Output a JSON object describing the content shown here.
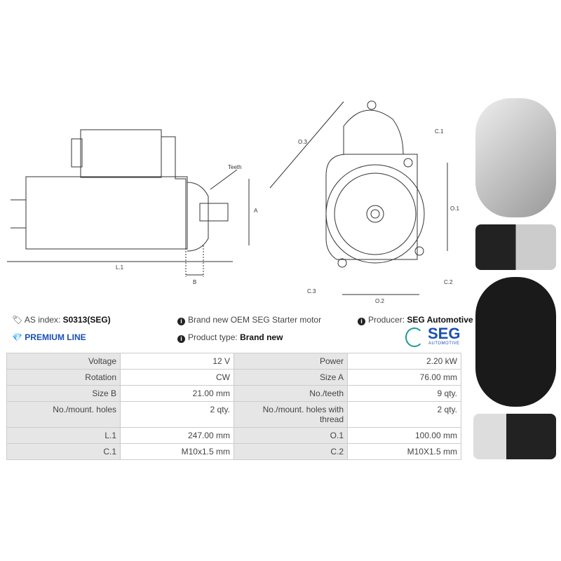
{
  "drawing": {
    "labels": {
      "teeth": "Teeth",
      "a": "A",
      "l1": "L.1",
      "b": "B",
      "o3": "O.3",
      "c1": "C.1",
      "o1": "O.1",
      "c2": "C.2",
      "o2": "O.2",
      "c3": "C.3"
    }
  },
  "info": {
    "as_index_label": "AS index:",
    "as_index_value": "S0313(SEG)",
    "premium": "PREMIUM LINE",
    "description": "Brand new OEM SEG Starter motor",
    "product_type_label": "Product type:",
    "product_type_value": "Brand new",
    "producer_label": "Producer:",
    "producer_value": "SEG Automotive",
    "logo": {
      "text": "SEG",
      "sub": "AUTOMOTIVE"
    },
    "accent": "#1a4fb5"
  },
  "specs": [
    [
      "Voltage",
      "12 V",
      "Power",
      "2.20 kW"
    ],
    [
      "Rotation",
      "CW",
      "Size A",
      "76.00 mm"
    ],
    [
      "Size B",
      "21.00 mm",
      "No./teeth",
      "9 qty."
    ],
    [
      "No./mount. holes",
      "2 qty.",
      "No./mount. holes with thread",
      "2 qty."
    ],
    [
      "L.1",
      "247.00 mm",
      "O.1",
      "100.00 mm"
    ],
    [
      "C.1",
      "M10x1.5 mm",
      "C.2",
      "M10X1.5 mm"
    ]
  ]
}
